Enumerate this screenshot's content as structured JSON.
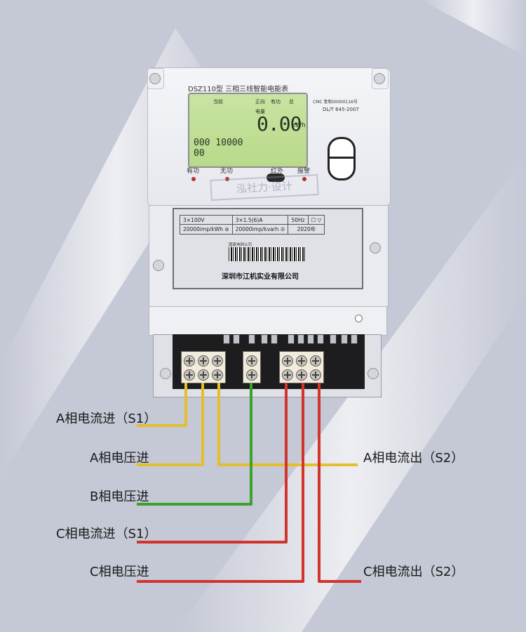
{
  "meter": {
    "title": "DSZ110型 三相三线智能电能表",
    "cert": "CMC 鲁制00000116号",
    "standard": "DL/T 645-2007",
    "lcd": {
      "dangqian": "当前",
      "zhengxiang": "正向",
      "yougong": "有功",
      "zong": "总",
      "dianliang": "电量",
      "value": "0.00",
      "unit": "kWh",
      "sub1": "000 10000",
      "sub2": "00"
    },
    "indicators": [
      "有功",
      "无功",
      "红外",
      "报警"
    ],
    "watermark": "泓社力·设计",
    "rating": {
      "row1": [
        "3×100V",
        "3×1.5(6)A",
        "50Hz",
        "☐ ▽"
      ],
      "row2": [
        "20000imp/kWh ⊚",
        "20000imp/kvarh ②",
        "2020年"
      ]
    },
    "barcode_label": "国家电网公司",
    "company": "深圳市江机实业有限公司",
    "accent_colors": {
      "yellow": "#e4be2c",
      "green": "#3ca22a",
      "red": "#d2332d"
    }
  },
  "labels": {
    "a_current_in": "A相电流进（S1）",
    "a_voltage_in": "A相电压进",
    "b_voltage_in": "B相电压进",
    "c_current_in": "C相电流进（S1）",
    "c_voltage_in": "C相电压进",
    "a_current_out": "A相电流出（S2）",
    "c_current_out": "C相电流出（S2）"
  }
}
